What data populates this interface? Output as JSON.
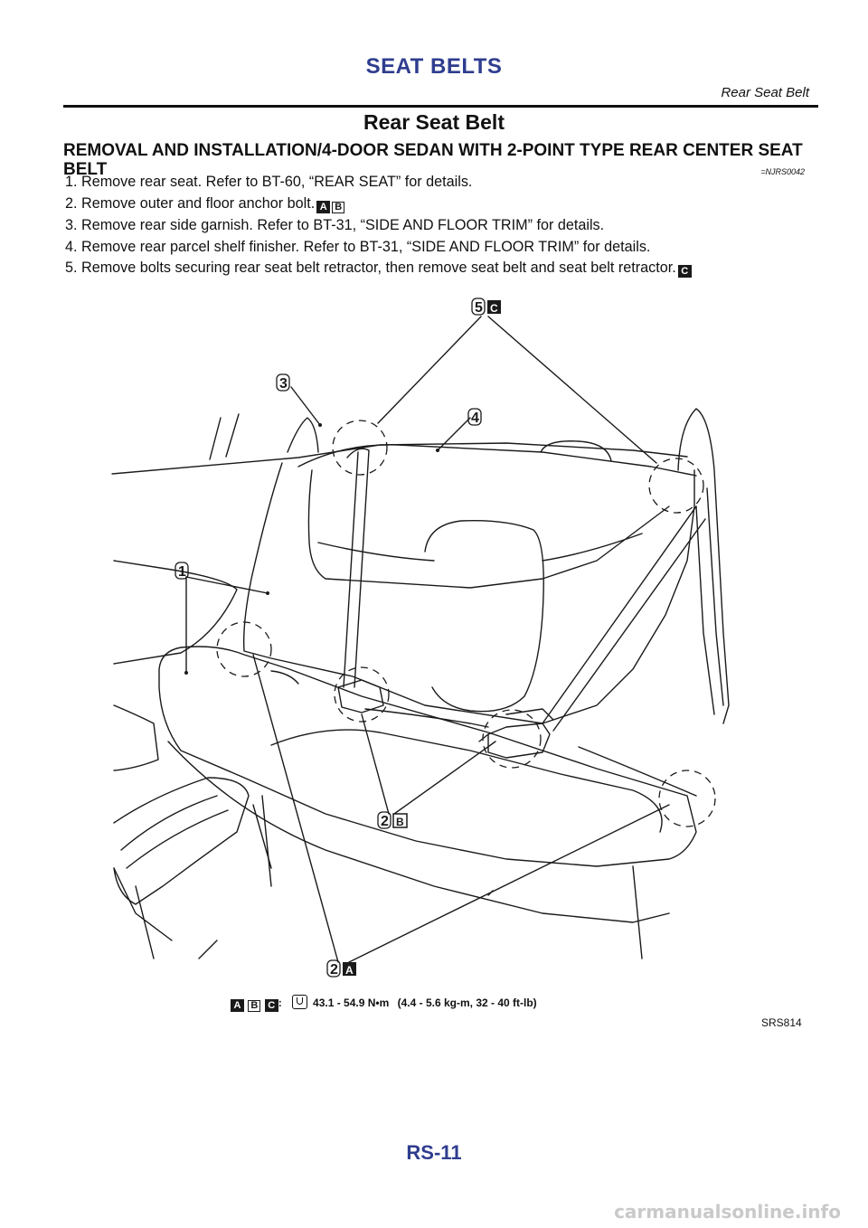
{
  "header": {
    "title": "SEAT BELTS",
    "subtitle": "Rear Seat Belt"
  },
  "section": {
    "title": "Rear Seat Belt",
    "heading": "REMOVAL AND INSTALLATION/4-DOOR SEDAN WITH 2-POINT TYPE REAR CENTER SEAT BELT",
    "ref_code": "=NJRS0042"
  },
  "steps": [
    {
      "text": "1. Remove rear seat. Refer to BT-60, “REAR SEAT” for details.",
      "badges": []
    },
    {
      "text": "2. Remove outer and floor anchor bolt.",
      "badges": [
        "A",
        "B"
      ]
    },
    {
      "text": "3. Remove rear side garnish. Refer to BT-31, “SIDE AND FLOOR TRIM” for details.",
      "badges": []
    },
    {
      "text": "4. Remove rear parcel shelf finisher. Refer to BT-31, “SIDE AND FLOOR TRIM” for details.",
      "badges": []
    },
    {
      "text": "5. Remove bolts securing rear seat belt retractor, then remove seat belt and seat belt retractor.",
      "badges": [
        "C"
      ]
    }
  ],
  "figure": {
    "callouts": {
      "c5": "5",
      "c5_badge": "C",
      "c3": "3",
      "c4": "4",
      "c1": "1",
      "c2b": "2",
      "c2b_badge": "B",
      "c2a": "2",
      "c2a_badge": "A"
    },
    "legend_badges": [
      "A",
      "B",
      "C"
    ],
    "legend_colon": ":",
    "torque_value": "43.1 - 54.9 N•m",
    "torque_alt": "(4.4 - 5.6 kg-m, 32 - 40 ft-lb)",
    "figure_id": "SRS814"
  },
  "footer": {
    "page_number": "RS-11",
    "watermark": "carmanualsonline.info"
  }
}
